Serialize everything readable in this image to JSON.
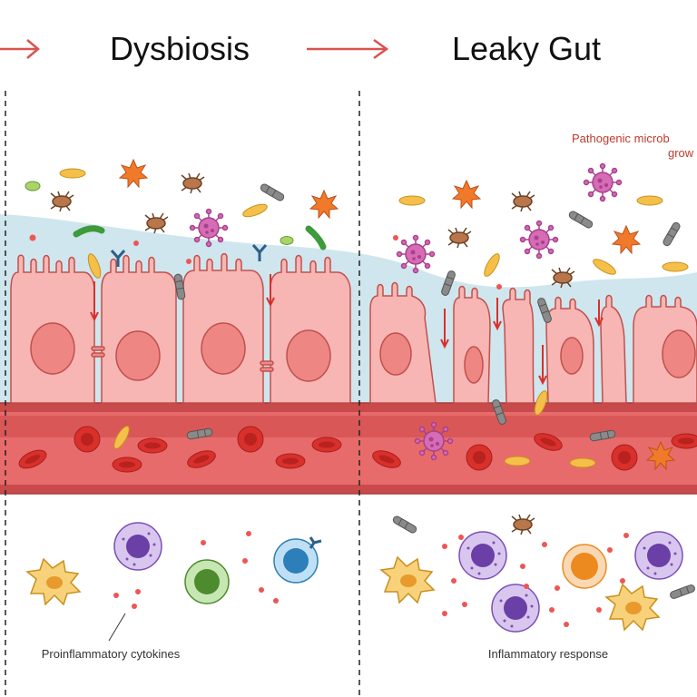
{
  "titles": {
    "dysbiosis": "Dysbiosis",
    "leaky_gut": "Leaky Gut"
  },
  "labels": {
    "proinflammatory_cytokines": "Proinflammatory cytokines",
    "inflammatory_response": "Inflammatory response",
    "pathogenic_line1": "Pathogenic microb",
    "pathogenic_line2": "grow"
  },
  "colors": {
    "arrow_red": "#d9534f",
    "mucus_blue": "#cfe6ee",
    "cell_pink": "#f7b6b3",
    "cell_outline": "#c0504d",
    "nucleus": "#ee8783",
    "vessel": "#e86b6b",
    "rbc": "#d9302c",
    "yellow_bacteria": "#f5c04a",
    "virus_purple": "#d66bb6",
    "orange_star": "#f07a2a",
    "macrophage_yellow": "#f4b94d",
    "lymphocyte_purple": "#7b4fb5",
    "green_cell": "#4e8a2e",
    "blue_cell": "#2c7fb8",
    "orange_cell": "#ec8a1f"
  },
  "icons": [
    "arrow-right-icon",
    "virus-icon",
    "star-bacteria-icon",
    "mite-icon",
    "rod-bacteria-icon",
    "antibody-icon",
    "red-blood-cell-icon",
    "macrophage-icon",
    "lymphocyte-icon"
  ]
}
